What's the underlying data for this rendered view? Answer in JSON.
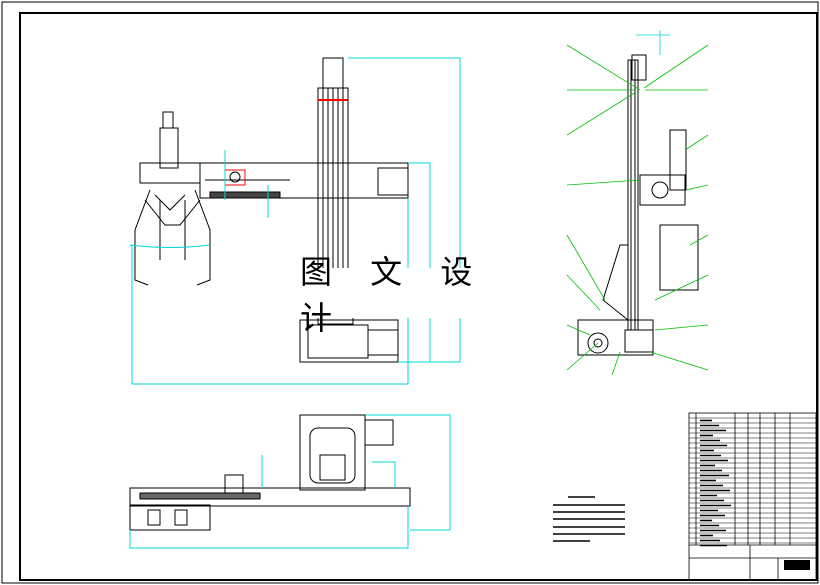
{
  "drawing": {
    "watermark_text": "图 文 设 计",
    "colors": {
      "line": "#000000",
      "dimension": "#00d8d8",
      "leader": "#00c000",
      "accent": "#ff0000",
      "paper": "#ffffff"
    },
    "views": [
      "front-view",
      "side-view",
      "top-view"
    ],
    "components": [
      "gripper",
      "horizontal-arm",
      "vertical-column",
      "base",
      "motor",
      "title-block",
      "technical-notes"
    ]
  }
}
